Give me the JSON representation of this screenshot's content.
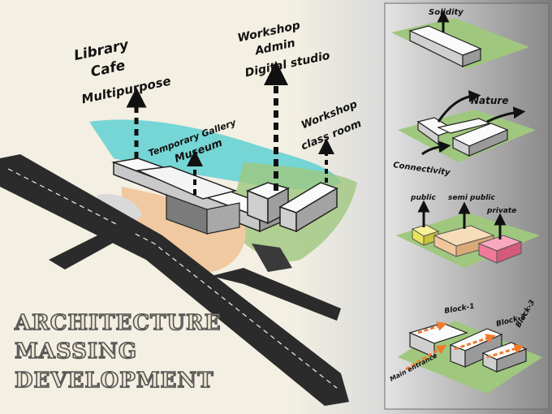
{
  "title": {
    "line1": "ARCHITECTURE",
    "line2": "MASSING",
    "line3": "DEVELOPMENT"
  },
  "main_labels": {
    "library_1": "Library",
    "library_2": "Cafe",
    "library_3": "Multipurpose",
    "gallery_1": "Temporary Gallery",
    "gallery_2": "Museum",
    "workshop_admin_1": "Workshop",
    "workshop_admin_2": "Admin",
    "workshop_admin_3": "Digital studio",
    "workshop_class_1": "Workshop",
    "workshop_class_2": "class room"
  },
  "panels": [
    {
      "labels": [
        "Solidity"
      ]
    },
    {
      "labels": [
        "Nature",
        "Connectivity"
      ]
    },
    {
      "labels": [
        "public",
        "semi public",
        "private"
      ]
    },
    {
      "labels": [
        "Block-1",
        "Block-2",
        "Block-3",
        "Main entrance"
      ]
    }
  ],
  "colors": {
    "paper": "#f3efe2",
    "water": "#5fd0d2",
    "grass": "#9fc77e",
    "road": "#2b2b2b",
    "plaza": "#f1c9a0",
    "public_block": "#e8e35a",
    "semi_public_block": "#f0c79a",
    "private_block": "#f07a9a",
    "circulation": "#f07a2a"
  }
}
